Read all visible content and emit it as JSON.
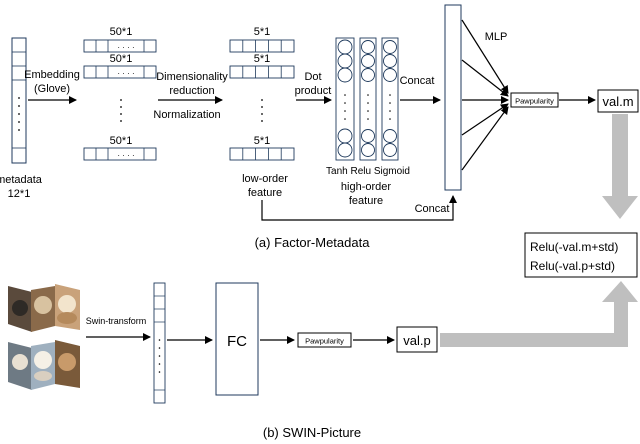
{
  "panel_a": {
    "caption": "(a) Factor-Metadata",
    "metadata_label": "metadata",
    "metadata_size": "12*1",
    "embedding_line1": "Embedding",
    "embedding_line2": "(Glove)",
    "vec50_label": "50*1",
    "vec_dots": "· · · ·",
    "dimred_line1": "Dimensionality",
    "dimred_line2": "reduction",
    "normalization": "Normalization",
    "vec5_label": "5*1",
    "dot_product_line1": "Dot",
    "dot_product_line2": "product",
    "low_order_line1": "low-order",
    "low_order_line2": "feature",
    "activations": "Tanh Relu Sigmoid",
    "high_order_line1": "high-order",
    "high_order_line2": "feature",
    "concat_top": "Concat",
    "concat_bottom": "Concat",
    "mlp": "MLP",
    "pawpularity": "Pawpularity",
    "val_m": "val.m"
  },
  "loss_box": {
    "line1": "Relu(-val.m+std)",
    "line2": "Relu(-val.p+std)"
  },
  "panel_b": {
    "caption": "(b) SWIN-Picture",
    "swin_transform": "Swin-transform",
    "fc": "FC",
    "pawpularity": "Pawpularity",
    "val_p": "val.p"
  },
  "colors": {
    "line": "#000000",
    "thick_arrow": "#bfbfbf",
    "vector_stroke": "#1f3a5c"
  },
  "icons": {
    "pet_photos": "pet-photo-collage-icon"
  }
}
